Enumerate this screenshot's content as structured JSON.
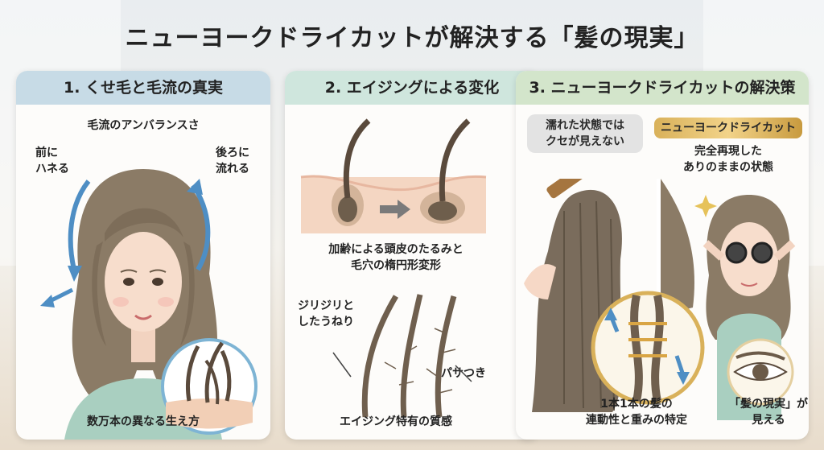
{
  "title": "ニューヨークドライカットが解決する「髪の現実」",
  "panels": [
    {
      "header": "1. くせ毛と毛流の真実",
      "flow_imbalance": "毛流のアンバランスさ",
      "left_label": [
        "前に",
        "ハネる"
      ],
      "right_label": [
        "後ろに",
        "流れる"
      ],
      "bottom": "数万本の異なる生え方"
    },
    {
      "header": "2. エイジングによる変化",
      "scalp_caption": [
        "加齢による頭皮のたるみと",
        "毛穴の楕円形変形"
      ],
      "frizz_label": [
        "ジリジリと",
        "したうねり"
      ],
      "dry_label": "パサつき",
      "bottom": "エイジング特有の質感"
    },
    {
      "header": "3. ニューヨークドライカットの解決策",
      "wet_label": [
        "濡れた状態では",
        "クセが見えない"
      ],
      "badge": "ニューヨークドライカット",
      "reproduce": [
        "完全再現した",
        "ありのままの状態"
      ],
      "strand_caption": [
        "1本1本の髪の",
        "連動性と重みの特定"
      ],
      "reality_caption": [
        "「髪の現実」が",
        "見える"
      ]
    }
  ],
  "colors": {
    "hair": "#8b7b66",
    "skin": "#f7ddcc",
    "arrow_blue": "#4e8ec4",
    "gold": "#d9b15a"
  }
}
